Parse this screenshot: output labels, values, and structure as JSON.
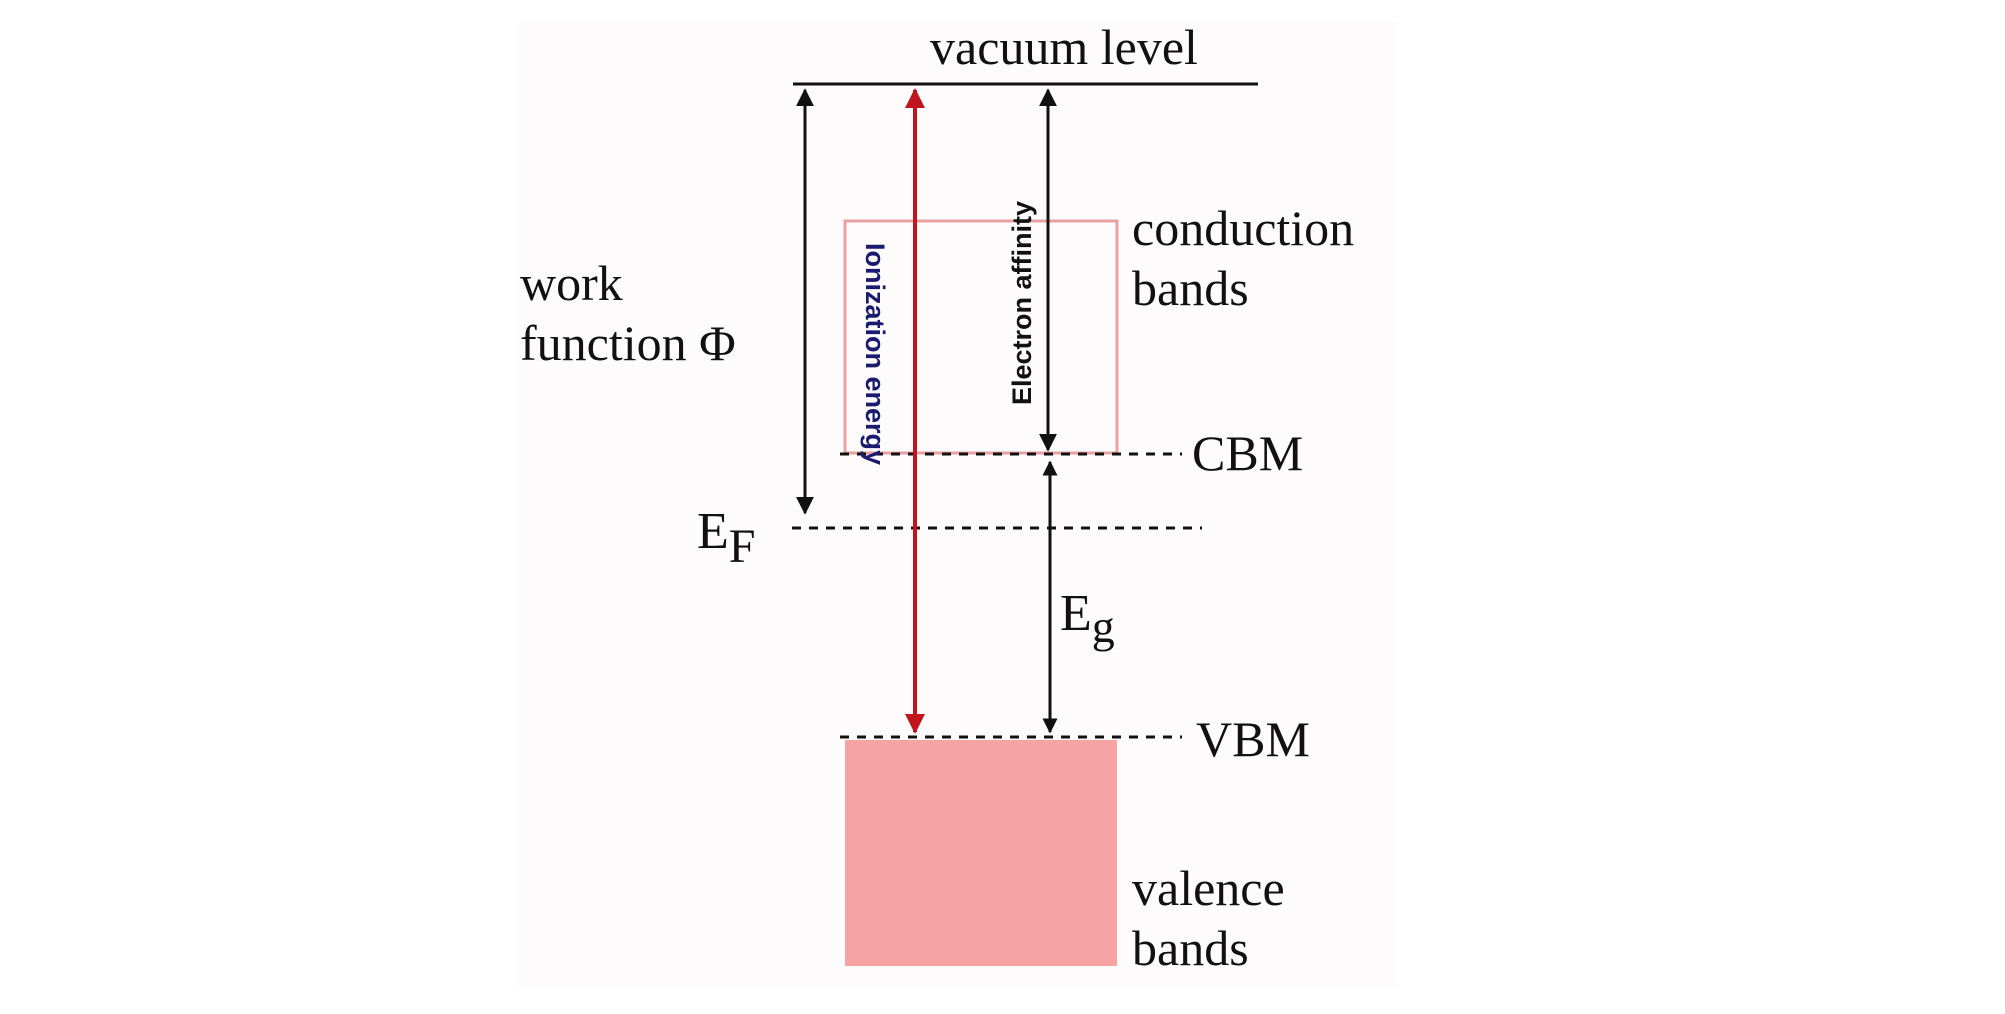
{
  "labels": {
    "vacuum_level": "vacuum level",
    "work_function_line1": "work",
    "work_function_line2": "function Φ",
    "ionization_energy": "Ionization energy",
    "electron_affinity": "Electron affinity",
    "conduction_line1": "conduction",
    "conduction_line2": "bands",
    "cbm": "CBM",
    "fermi_main": "E",
    "fermi_sub": "F",
    "gap_main": "E",
    "gap_sub": "g",
    "vbm": "VBM",
    "valence_line1": "valence",
    "valence_line2": "bands"
  },
  "colors": {
    "line": "#111111",
    "ionization_arrow": "#c0141e",
    "ionization_text": "#1a1a6e",
    "conduction_box_stroke": "#e8a0a0",
    "valence_fill": "#f7a3a3",
    "panel_background": "#fdfbfb"
  }
}
